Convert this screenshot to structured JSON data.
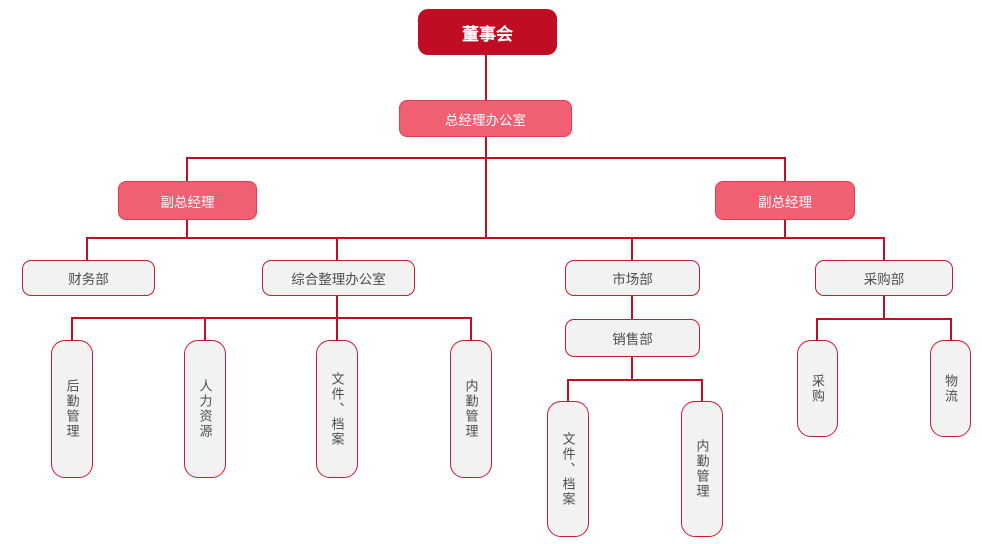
{
  "nodes": {
    "board": "董事会",
    "gm_office": "总经理办公室",
    "deputy_left": "副总经理",
    "deputy_right": "副总经理",
    "finance": "财务部",
    "general_office": "综合整理办公室",
    "marketing": "市场部",
    "purchasing": "采购部",
    "sales": "销售部",
    "logistics_mgmt": "后勤管理",
    "human_resources": "人力资源",
    "docs_archives": "文件、档案",
    "internal_mgmt": "内勤管理",
    "sales_docs_archives": "文件、档案",
    "sales_internal_mgmt": "内勤管理",
    "procurement": "采购",
    "logistics": "物流"
  },
  "hierarchy": {
    "label": "董事会",
    "children": [
      {
        "label": "总经理办公室",
        "children": [
          {
            "label": "副总经理",
            "position": "left"
          },
          {
            "label": "副总经理",
            "position": "right"
          },
          {
            "label": "财务部"
          },
          {
            "label": "综合整理办公室",
            "children": [
              {
                "label": "后勤管理"
              },
              {
                "label": "人力资源"
              },
              {
                "label": "文件、档案"
              },
              {
                "label": "内勤管理"
              }
            ]
          },
          {
            "label": "市场部",
            "children": [
              {
                "label": "销售部",
                "children": [
                  {
                    "label": "文件、档案"
                  },
                  {
                    "label": "内勤管理"
                  }
                ]
              }
            ]
          },
          {
            "label": "采购部",
            "children": [
              {
                "label": "采购"
              },
              {
                "label": "物流"
              }
            ]
          }
        ]
      }
    ]
  },
  "colors": {
    "board_fill": "#c00d23",
    "pink_fill": "#f05f72",
    "pink_border": "#e23c55",
    "gray_fill": "#f2f2f2",
    "gray_border": "#cb1b2f",
    "gray_text": "#4d4d4d",
    "line": "#c00e23",
    "background": "#ffffff"
  }
}
